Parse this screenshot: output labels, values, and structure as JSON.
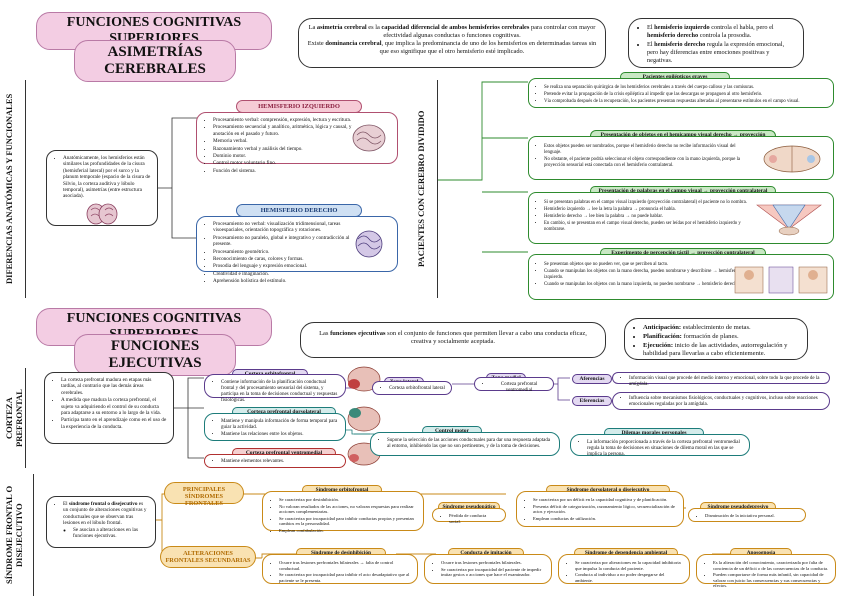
{
  "top": {
    "title": "FUNCIONES COGNITIVAS SUPERIORES",
    "subtitle": "ASIMETRÍAS CEREBRALES",
    "intro_1a": "La ",
    "intro_1b": "asimetría cerebral",
    "intro_1c": " es la ",
    "intro_1d": "capacidad diferencial de ambos hemisferios cerebrales",
    "intro_1e": " para controlar con mayor efectividad algunas conductas o funciones cognitivas.",
    "intro_2a": "Existe ",
    "intro_2b": "dominancia cerebral",
    "intro_2c": ", que implica la predominancia de uno de los hemisferios en determinadas tareas sin que eso signifique que el otro hemisferio esté implicado.",
    "right_1a": "El ",
    "right_1b": "hemisferio izquierdo",
    "right_1c": " controla el habla, pero el ",
    "right_1d": "hemisferio derecho",
    "right_1e": " controla la prosodia.",
    "right_2a": "El ",
    "right_2b": "hemisferio derecho",
    "right_2c": " regula la expresión emocional, pero hay diferencias entre emociones positivas y negativas."
  },
  "diff": {
    "side_label": "DIFERENCIAS ANATÓMICAS Y FUNCIONALES",
    "left_text": "Anatómicamente, los hemisferios están similares las profundidades de la cisura (hemisferial lateral) por el surco y la planum temporale (espacio de la cisura de Silvio, la corteza auditiva y lóbulo temporal), asimetrías (entre estructura asociada).",
    "izq_head": "HEMISFERIO IZQUIERDO",
    "izq_items": [
      "Procesamiento verbal: comprensión, expresión, lectura y escritura.",
      "Procesamiento secuencial y analítico, aritmética, lógica y causal, y anotación en el pasado y futuro.",
      "Memoria verbal.",
      "Razonamiento verbal y análisis del tiempo.",
      "Dominio motor.",
      "Control motor voluntario fino.",
      "Función del sistema."
    ],
    "der_head": "HEMISFERIO DERECHO",
    "der_items": [
      "Procesamiento no verbal: visualización tridimensional, tareas visoespaciales, orientación topográfica y rotaciones.",
      "Procesamiento no paralelo, global e integrativo y contradicción al presente.",
      "Procesamiento geométrico.",
      "Reconocimiento de caras, colores y formas.",
      "Prosodia del lenguaje y expresión emocional.",
      "Creatividad e imaginación.",
      "Aprehensión holística del estímulo."
    ]
  },
  "split": {
    "side_label": "PACIENTES CON CEREBRO DIVIDIDO",
    "b1_head": "Pacientes epilépticos graves",
    "b1_items": [
      "Se realiza una separación quirúrgica de los hemisferios cerebrales a través del cuerpo calloso y las comisuras.",
      "Pretende evitar la propagación de la crisis epiléptica al impedir que las descargas se propaguen al otro hemisferio.",
      "Vía comprobada después de la recuperación, los pacientes presentan respuestas alteradas al presentarse estímulos en el campo visual."
    ],
    "b2_head": "Presentación de objetos en el hemicampo visual derecho → proyección ipsilateral",
    "b2_items": [
      "Estos objetos pueden ser nombrados, porque el hemisferio derecho no recibe información visual del lenguaje.",
      "No obstante, el paciente podría seleccionar el objeto correspondiente con la mano izquierda, porque la proyección sensorial está conectada con el hemisferio contralateral."
    ],
    "b3_head": "Presentación de palabras en el campo visual → proyección contralateral",
    "b3_items": [
      "Si se presentan palabras en el campo visual izquierdo (proyección contralateral) el paciente no lo nombra.",
      "Hemisferio izquierdo → lee la letra la palabra → pronuncia el habla.",
      "Hemisferio derecho → lee bien la palabra → no puede hablar.",
      "En cambio, si se presentan en el campo visual derecho, pueden ser leídas por el hemisferio izquierdo y nombrarse."
    ],
    "b4_head": "Experimento de percepción táctil → proyección contralateral",
    "b4_items": [
      "Se presentan objetos que no pueden ver, que se perciben al tacto.",
      "Cuando se manipulan los objetos con la mano derecha, pueden nombrarse y describirse → hemisferio izquierdo.",
      "Cuando se manipulan los objetos con la mano izquierda, no pueden nombrarse → hemisferio derecho."
    ]
  },
  "exec": {
    "title": "FUNCIONES COGNITIVAS SUPERIORES",
    "subtitle": "FUNCIONES EJECUTIVAS",
    "intro_a": "Las ",
    "intro_b": "funciones ejecutivas",
    "intro_c": " son el conjunto de funciones que permiten llevar a cabo una conducta eficaz, creativa y socialmente aceptada.",
    "r1a": "Anticipación:",
    "r1b": " establecimiento de metas.",
    "r2a": "Planificación:",
    "r2b": " formación de planes.",
    "r3a": "Ejecución:",
    "r3b": " inicio de las actividades, autorregulación y habilidad para llevarlas a cabo eficientemente."
  },
  "prefrontal": {
    "side_label": "CORTEZA PREFRONTAL",
    "left_items": [
      "La corteza prefrontal madura en etapas más tardías, al contrario que las demás áreas cerebrales.",
      "A medida que madura la corteza prefrontal, el sujeto va adquiriendo el control de su conducta para adaptarse a su entorno a lo largo de la vida.",
      "Participa tanto en el aprendizaje como en el uso de la experiencia de la conducta."
    ],
    "orbito_head": "Corteza orbitofrontal",
    "orbito_text": "Contiene información de la planificación conductual frontal y del procesamiento sensorial del sistema, y participa en la toma de decisiones conductual y respuestas fisiológicas.",
    "dorso_head": "Corteza prefrontal dorsolateral",
    "dorso_items": [
      "Mantiene y manipula información de forma temporal para guiar la actividad.",
      "Mantiene las relaciones entre los objetos."
    ],
    "ventro_head": "Corteza prefrontal ventromedial",
    "ventro_items": [
      "Mantiene elementos relevantes."
    ],
    "lat_head": "Zona lateral",
    "lat_text": "Corteza orbitofrontal lateral",
    "med_head": "Zona medial",
    "med_text": "Corteza prefrontal ventromedial",
    "aferencias_head": "Aferencias",
    "aferencias_text": "Información visual que procede del medio interno y emocional, sobre todo la que procede de la amígdala.",
    "eferencias_head": "Eferencias",
    "eferencias_text": "Influencia sobre mecanismos fisiológicos, conductuales y cognitivos, incluso sobre reacciones emocionales reguladas por la amígdala.",
    "control_head": "Control motor",
    "control_text": "Supone la selección de las acciones conductuales para dar una respuesta adaptada al entorno, inhibiendo las que no son pertinentes, y de la toma de decisiones.",
    "dilemas_head": "Dilemas morales personales",
    "dilemas_text": "La información proporcionada a través de la corteza prefrontal ventromedial regula la toma de decisiones en situaciones de dilema moral en las que se implica la persona."
  },
  "sindrome": {
    "side_label": "SÍNDROME FRONTAL O DISEJECUTIVO",
    "left_head_a": "El ",
    "left_head_b": "síndrome frontal o disejecutivo",
    "left_head_c": " es un conjunto de alteraciones cognitivas y conductuales que se observan tras lesiones en el lóbulo frontal.",
    "left_item": "Se asocian a alteraciones en las funciones ejecutivas.",
    "principales_label": "PRINCIPALES SÍNDROMES FRONTALES",
    "alteraciones_label": "ALTERACIONES FRONTALES SECUNDARIAS",
    "orbito_head": "Síndrome orbitofrontal",
    "orbito_items": [
      "Se caracteriza por desinhibición.",
      "No valoran resultados de las acciones, no valoran respuestas para realizar acciones complementarias.",
      "Se caracteriza por incapacidad para inhibir conductas propias y presentan cambios en la personalidad.",
      "Emplean confabulación."
    ],
    "pseudo_head": "Síndrome pseudopático",
    "pseudo_items": [
      "Pérdida de conducta social."
    ],
    "dorso_head": "Síndrome dorsolateral o disejecutivo",
    "dorso_items": [
      "Se caracteriza por un déficit en la capacidad cognitiva y de planificación.",
      "Presenta déficit de categorización, razonamiento lógico, secuencialización de actos y ejecución.",
      "Emplean conductas de utilización."
    ],
    "pseudodep_head": "Síndrome pseudodepresivo",
    "pseudodep_items": [
      "Disminución de la iniciativa personal."
    ],
    "desinhib_head": "Síndrome de desinhibición",
    "desinhib_items": [
      "Ocurre tras lesiones prefrontales bilaterales → falta de control conductual.",
      "Se caracteriza por incapacidad para inhibir el acto desadaptativo que al paciente se le presenta."
    ],
    "imitacion_head": "Conducta de imitación",
    "imitacion_items": [
      "Ocurre tras lesiones prefrontales bilaterales.",
      "Se caracteriza por incapacidad del paciente de impedir imitar gestos o acciones que hace el examinador."
    ],
    "dependencia_head": "Síndrome de dependencia ambiental",
    "dependencia_items": [
      "Se caracteriza por alteraciones en la capacidad inhibitoria que impulsa la conducta del paciente.",
      "Conducta al individuo a no poder despegarse del ambiente."
    ],
    "anosognosia_head": "Anosognosia",
    "anosognosia_items": [
      "Es la alteración del conocimiento, caracterizada por falta de conciencia de un déficit o de las consecuencias de la conducta.",
      "Pueden comportarse de forma más infantil, sin capacidad de valorar con juicio las consecuencias y sus consecuencias y efectos."
    ]
  }
}
